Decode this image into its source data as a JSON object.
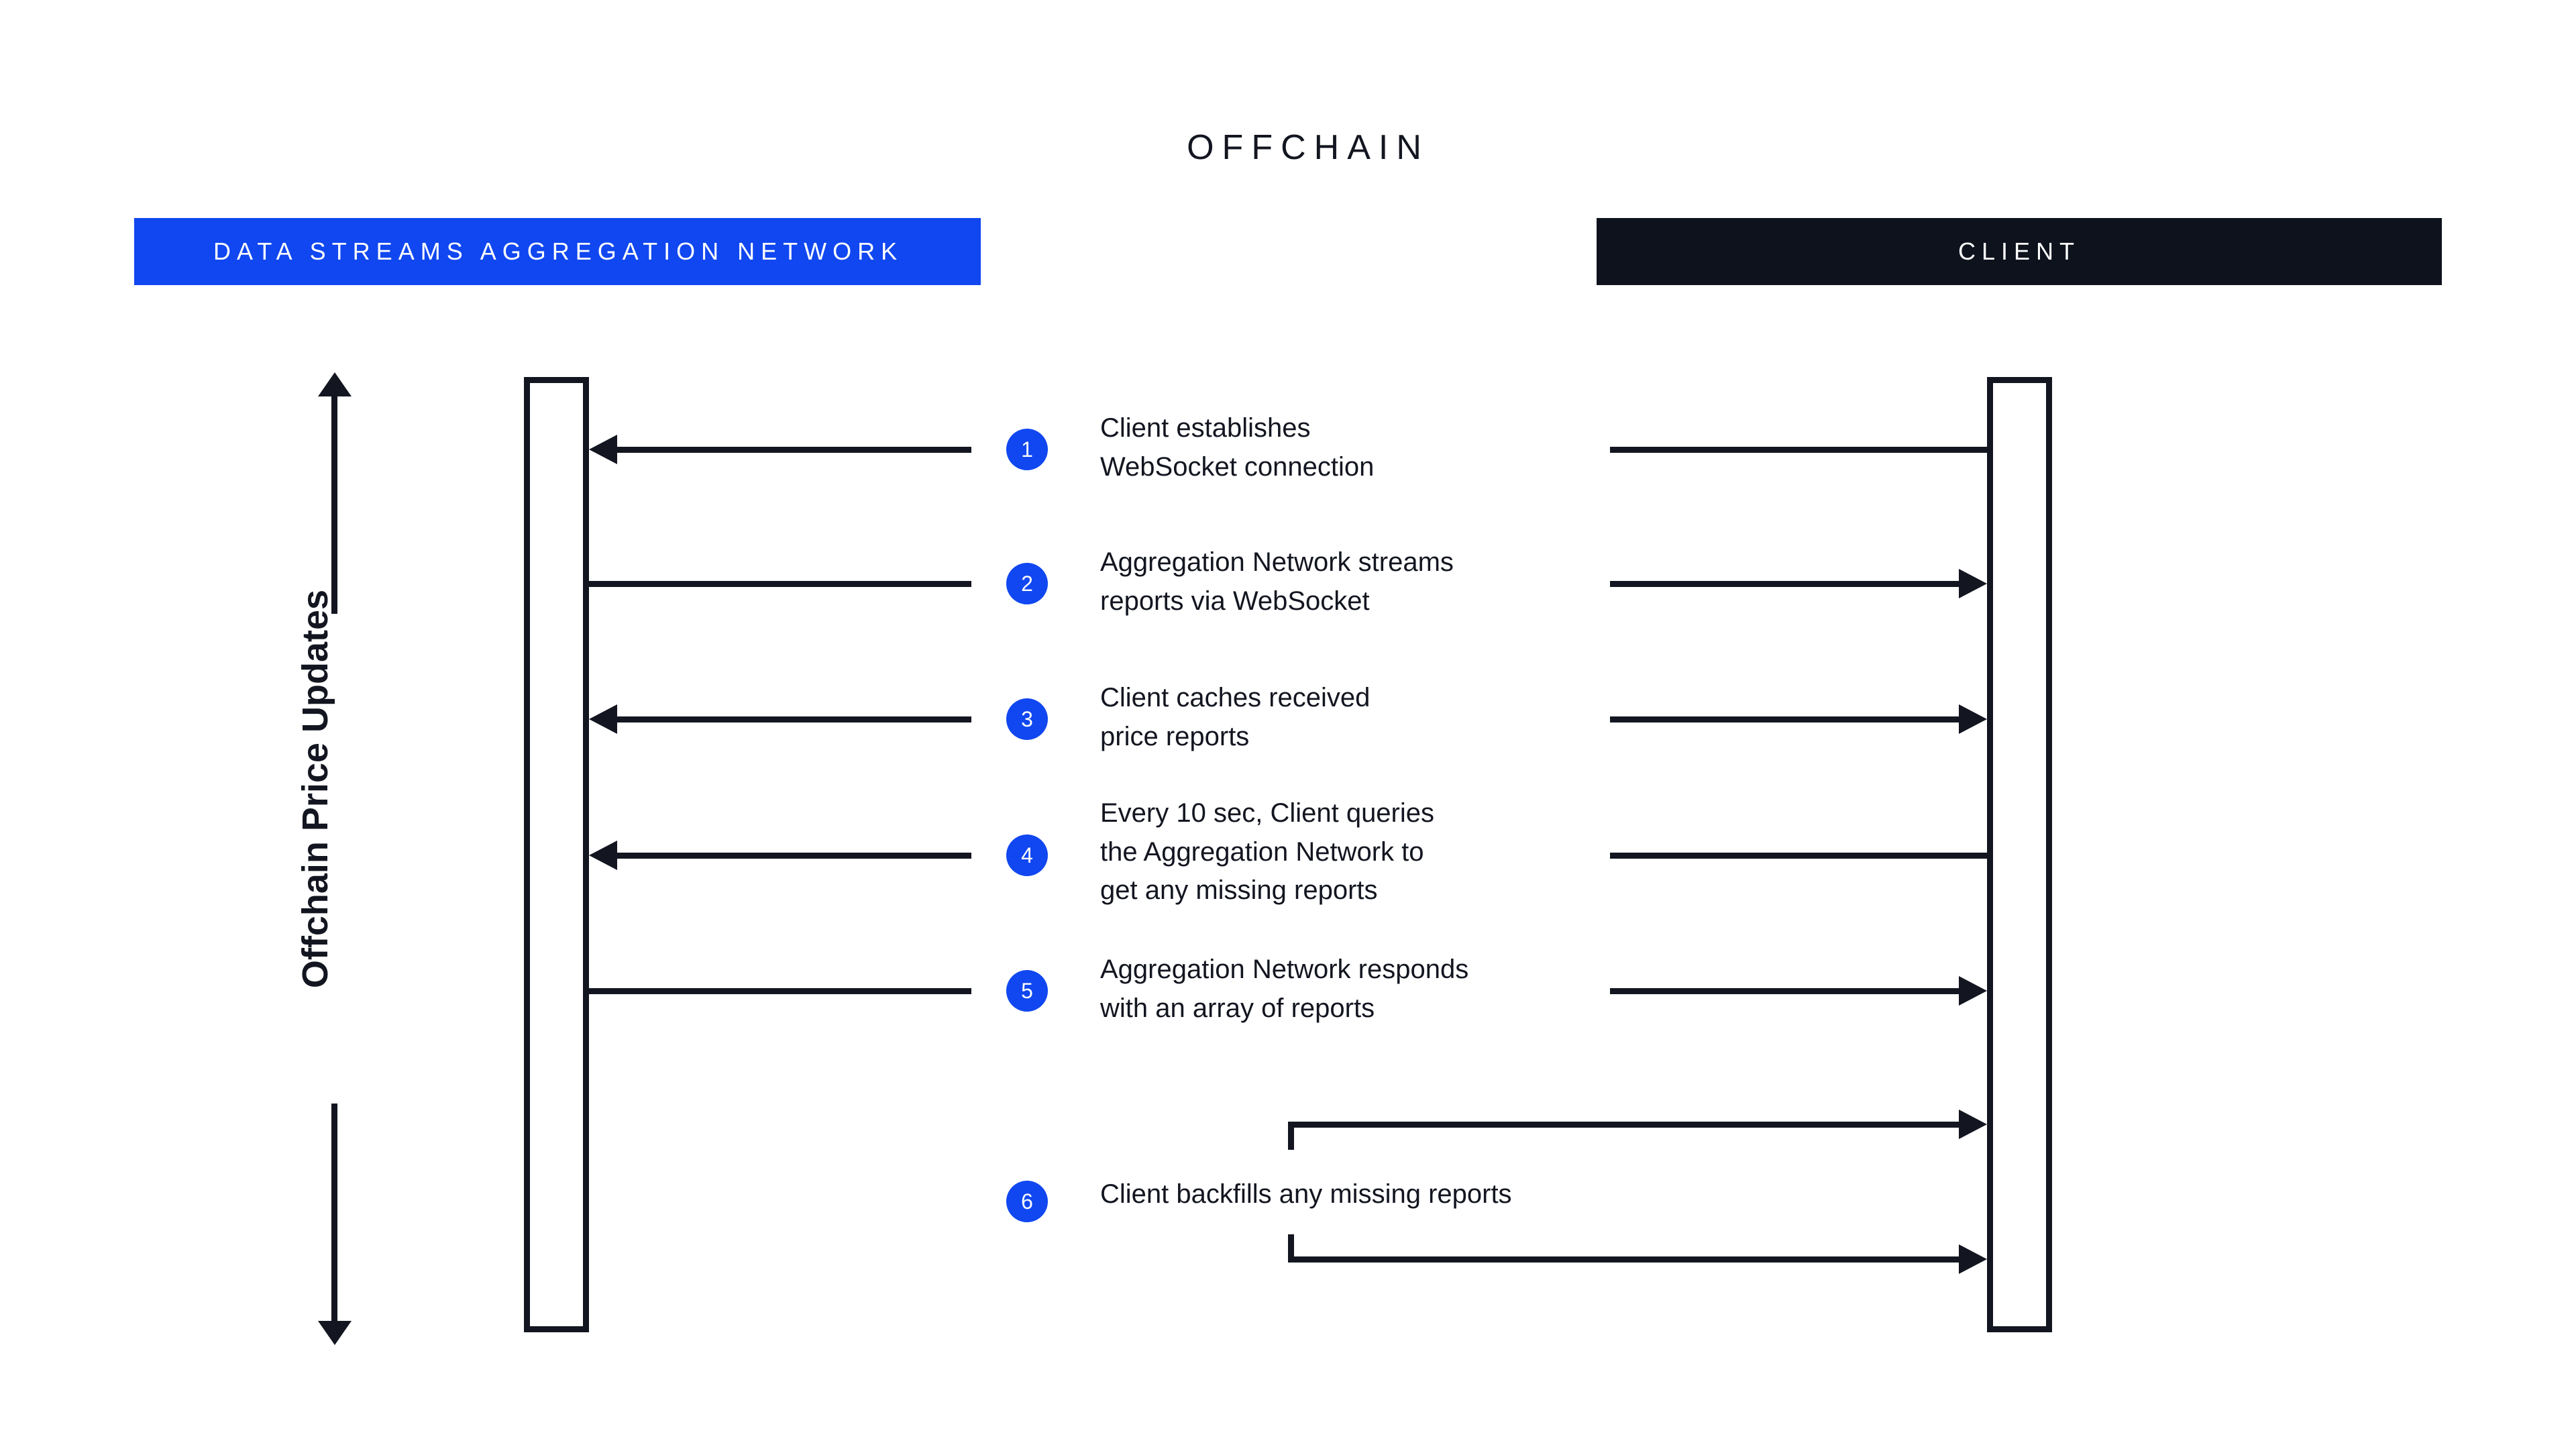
{
  "diagram": {
    "title": "OFFCHAIN",
    "axis_label": "Offchain Price Updates",
    "colors": {
      "accent_blue": "#1047F0",
      "dark": "#131620",
      "client_bar": "#0E121C",
      "background": "#FFFFFF"
    }
  },
  "lanes": [
    {
      "id": "aggregation",
      "label": "DATA STREAMS AGGREGATION NETWORK",
      "bar_color": "#1047F0",
      "text_color": "#FFFFFF"
    },
    {
      "id": "client",
      "label": "CLIENT",
      "bar_color": "#0E121C",
      "text_color": "#FFFFFF"
    }
  ],
  "steps": [
    {
      "number": "1",
      "text": "Client establishes\nWebSocket connection",
      "direction": "right-to-left",
      "left_arrowhead": true,
      "right_arrowhead": false
    },
    {
      "number": "2",
      "text": "Aggregation Network streams\nreports via WebSocket",
      "direction": "left-to-right",
      "left_arrowhead": false,
      "right_arrowhead": true
    },
    {
      "number": "3",
      "text": "Client caches received\nprice reports",
      "direction": "right-to-left",
      "left_arrowhead": true,
      "right_arrowhead": true
    },
    {
      "number": "4",
      "text": "Every 10 sec, Client queries\nthe Aggregation Network to\nget any missing reports",
      "direction": "right-to-left",
      "left_arrowhead": true,
      "right_arrowhead": false
    },
    {
      "number": "5",
      "text": "Aggregation Network responds\nwith an array of reports",
      "direction": "left-to-right",
      "left_arrowhead": false,
      "right_arrowhead": true
    },
    {
      "number": "6",
      "text": "Client backfills any missing reports",
      "direction": "client-self-loop",
      "left_arrowhead": false,
      "right_arrowhead": true
    }
  ]
}
